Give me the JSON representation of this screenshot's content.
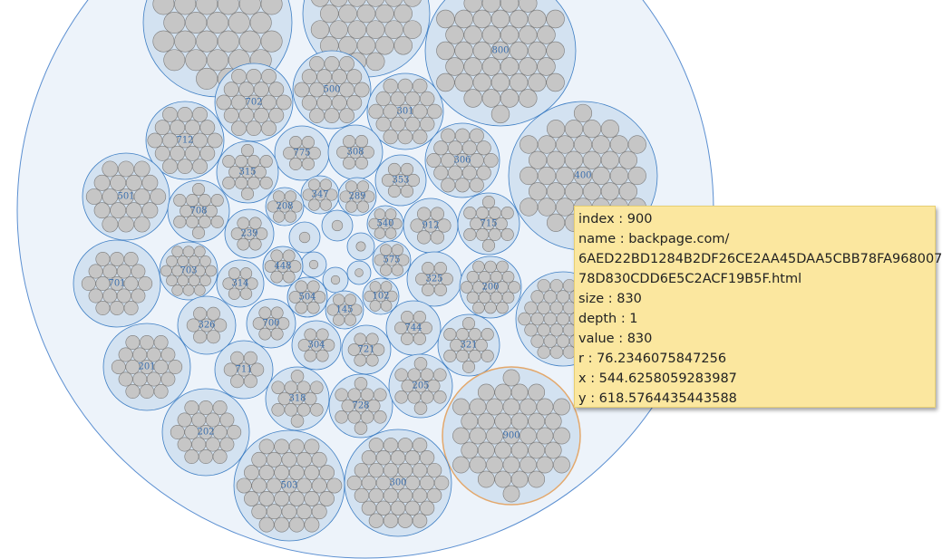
{
  "groups": [
    {
      "label": "",
      "n": 35
    },
    {
      "label": "",
      "n": 35
    },
    {
      "label": "800",
      "n": 50
    },
    {
      "label": "702",
      "n": 20
    },
    {
      "label": "500",
      "n": 20
    },
    {
      "label": "301",
      "n": 20
    },
    {
      "label": "712",
      "n": 20
    },
    {
      "label": "775",
      "n": 14
    },
    {
      "label": "308",
      "n": 14
    },
    {
      "label": "306",
      "n": 20
    },
    {
      "label": "400",
      "n": 50
    },
    {
      "label": "315",
      "n": 18
    },
    {
      "label": "353",
      "n": 12
    },
    {
      "label": "501",
      "n": 22
    },
    {
      "label": "708",
      "n": 18
    },
    {
      "label": "347",
      "n": 8
    },
    {
      "label": "289",
      "n": 8
    },
    {
      "label": "208",
      "n": 8
    },
    {
      "label": "540",
      "n": 8
    },
    {
      "label": "912",
      "n": 12
    },
    {
      "label": "715",
      "n": 18
    },
    {
      "label": "239",
      "n": 12
    },
    {
      "label": "",
      "n": 6
    },
    {
      "label": "",
      "n": 6
    },
    {
      "label": "",
      "n": 6
    },
    {
      "label": "",
      "n": 6
    },
    {
      "label": "",
      "n": 6
    },
    {
      "label": "",
      "n": 6
    },
    {
      "label": "575",
      "n": 8
    },
    {
      "label": "701",
      "n": 28
    },
    {
      "label": "703",
      "n": 20
    },
    {
      "label": "448",
      "n": 8
    },
    {
      "label": "314",
      "n": 12
    },
    {
      "label": "325",
      "n": 14
    },
    {
      "label": "200",
      "n": 20
    },
    {
      "label": "504",
      "n": 8
    },
    {
      "label": "102",
      "n": 8
    },
    {
      "label": "145",
      "n": 8
    },
    {
      "label": "326",
      "n": 14
    },
    {
      "label": "700",
      "n": 12
    },
    {
      "label": "744",
      "n": 14
    },
    {
      "label": "",
      "n": 40
    },
    {
      "label": "201",
      "n": 28
    },
    {
      "label": "304",
      "n": 12
    },
    {
      "label": "721",
      "n": 12
    },
    {
      "label": "321",
      "n": 18
    },
    {
      "label": "711",
      "n": 14
    },
    {
      "label": "318",
      "n": 18
    },
    {
      "label": "728",
      "n": 18
    },
    {
      "label": "205",
      "n": 18
    },
    {
      "label": "202",
      "n": 28
    },
    {
      "label": "900",
      "n": 50
    },
    {
      "label": "503",
      "n": 40
    },
    {
      "label": "300",
      "n": 40
    }
  ],
  "tooltip": {
    "rows": [
      "index : 900",
      "name : backpage.com/",
      "6AED22BD1284B2DF26CE2AA45DAA5CBB78FA968007",
      "78D830CDD6E5C2ACF19B5F.html",
      "size : 830",
      "depth : 1",
      "value : 830",
      "r : 76.2346075847256",
      "x : 544.6258059283987",
      "y : 618.5764435443588"
    ]
  },
  "colors": {
    "root_fill": "#edf3fa",
    "root_stroke": "#5b8fd1",
    "group_fill": "#d3e2f1",
    "group_stroke": "#3f7fc4",
    "leaf_fill": "#c6c6c6",
    "leaf_stroke": "#7b7b7b",
    "highlight_stroke": "#e3a86c"
  }
}
